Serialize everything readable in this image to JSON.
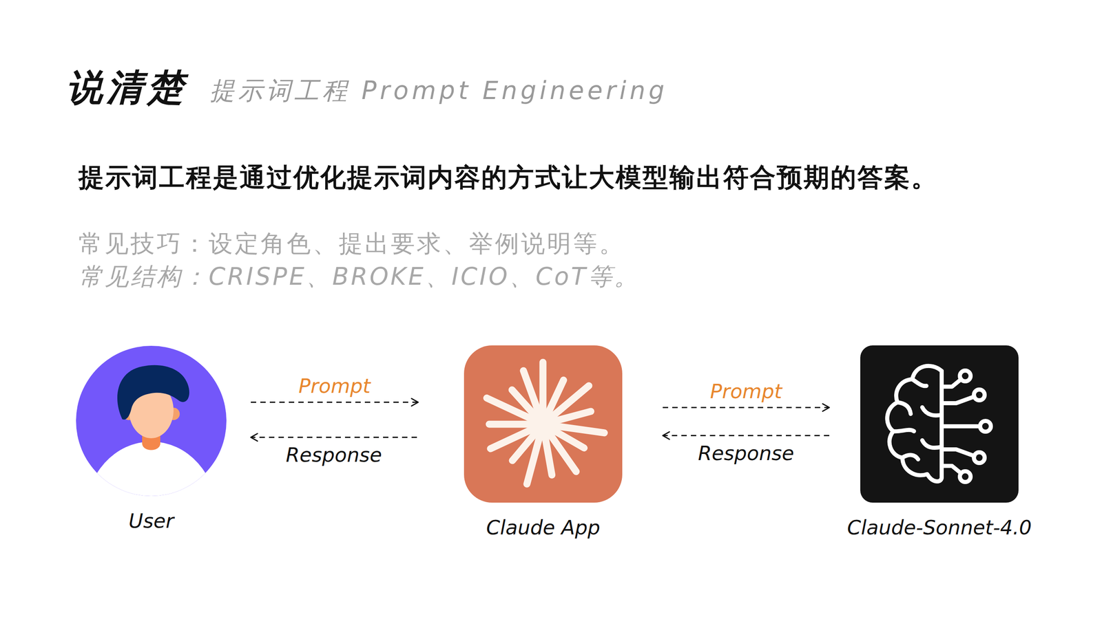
{
  "diagram": {
    "title": "说清楚",
    "nodes": [
      {
        "text": [
          "User"
        ]
      },
      {
        "text": [
          "Claude App"
        ]
      },
      {
        "text": [
          "Claude-Sonnet-4.0"
        ]
      }
    ],
    "edges": [
      {
        "from": 0,
        "to": 1,
        "label": "Prompt",
        "arrow": "to"
      },
      {
        "from": 1,
        "to": 0,
        "label": "Response",
        "arrow": "to"
      },
      {
        "from": 1,
        "to": 2,
        "label": "Prompt",
        "arrow": "to"
      },
      {
        "from": 2,
        "to": 1,
        "label": "Response",
        "arrow": "to"
      }
    ],
    "labels": [
      "提示词工程 Prompt Engineering",
      "提示词工程是通过优化提示词内容的方式让大模型输出符合预期的答案。",
      "常见技巧：设定角色、提出要求、举例说明等。",
      "常见结构：CRISPE、BROKE、ICIO、CoT等。"
    ]
  }
}
